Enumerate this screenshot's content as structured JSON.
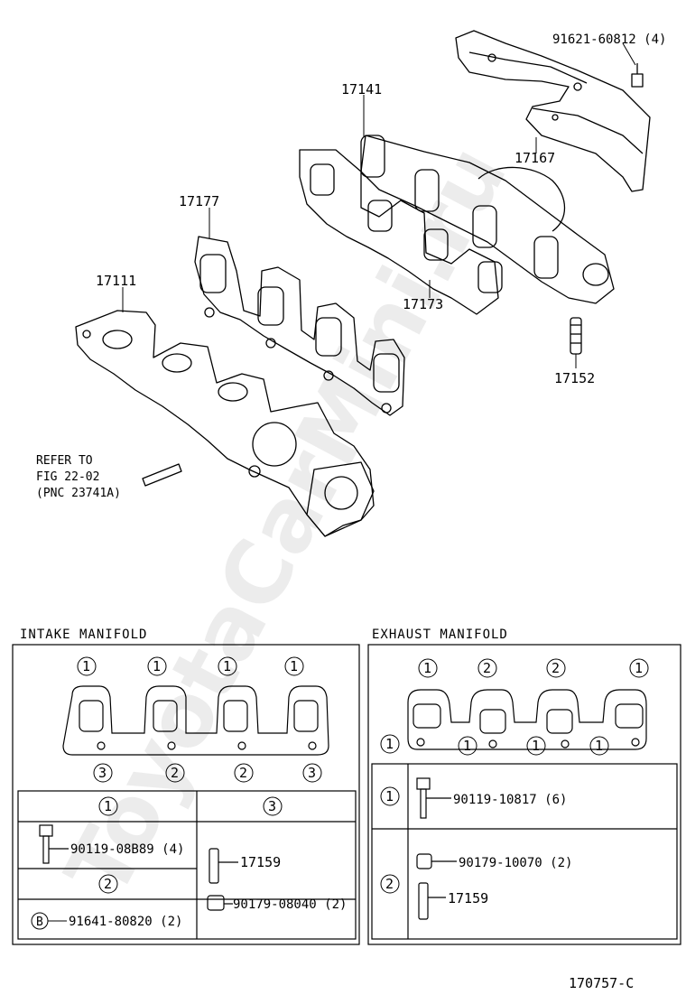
{
  "diagram": {
    "part_labels": {
      "p17141": "17141",
      "p17167": "17167",
      "p17177": "17177",
      "p17111": "17111",
      "p17173": "17173",
      "p17152": "17152",
      "p91621": "91621-60812 (4)"
    },
    "refer": {
      "line1": "REFER TO",
      "line2": "FIG 22-02",
      "line3": "(PNC 23741A)"
    },
    "watermark": "ToyotaCarMini.ru",
    "drawing_code": "170757-C"
  },
  "intake": {
    "title": "INTAKE MANIFOLD",
    "top_markers": [
      "1",
      "1",
      "1",
      "1"
    ],
    "bottom_markers": [
      "3",
      "2",
      "2",
      "3"
    ],
    "header_1": "1",
    "header_3": "3",
    "header_2": "2",
    "b_marker": "B",
    "p1_part": "90119-08B89 (4)",
    "p3_part_a": "17159",
    "p3_part_b": "90179-08040 (2)",
    "p2_part": "91641-80820 (2)"
  },
  "exhaust": {
    "title": "EXHAUST MANIFOLD",
    "top_markers": [
      "1",
      "2",
      "2",
      "1"
    ],
    "bottom_markers": [
      "1",
      "1",
      "1",
      "1"
    ],
    "row1_marker": "1",
    "row1_part": "90119-10817 (6)",
    "row2_marker": "2",
    "row2_part_a": "90179-10070 (2)",
    "row2_part_b": "17159"
  }
}
